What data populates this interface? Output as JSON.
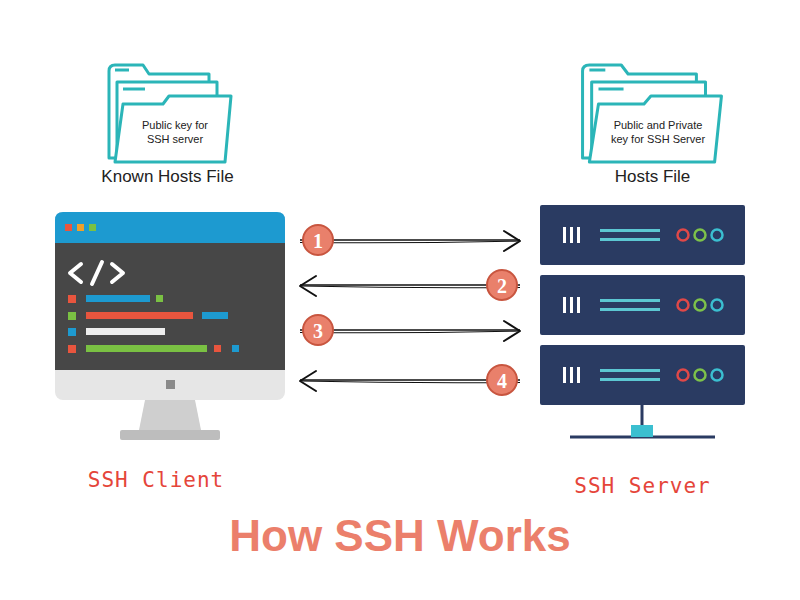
{
  "diagram": {
    "title": "How SSH Works",
    "nodes": [
      {
        "text": [
          "Public key for SSH server",
          "Known Hosts File"
        ]
      },
      {
        "text": [
          "Public and Private key for SSH Server",
          "Hosts File"
        ]
      },
      {
        "text": [
          "SSH Client"
        ]
      },
      {
        "text": [
          "SSH Server"
        ]
      }
    ],
    "edges": [
      {
        "from": 2,
        "to": 3,
        "arrow": "to",
        "label": "1"
      },
      {
        "from": 3,
        "to": 2,
        "arrow": "to",
        "label": "2"
      },
      {
        "from": 2,
        "to": 3,
        "arrow": "to",
        "label": "3"
      },
      {
        "from": 3,
        "to": 2,
        "arrow": "to",
        "label": "4"
      }
    ]
  }
}
